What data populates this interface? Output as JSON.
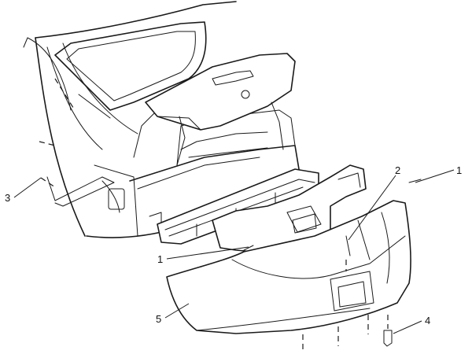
{
  "callouts": [
    {
      "id": "c1a",
      "text": "1"
    },
    {
      "id": "c1b",
      "text": "1"
    },
    {
      "id": "c2",
      "text": "2"
    },
    {
      "id": "c3",
      "text": "3"
    },
    {
      "id": "c4",
      "text": "4"
    },
    {
      "id": "c5",
      "text": "5"
    }
  ],
  "colors": {
    "line": "#1a1a1a",
    "background": "#ffffff"
  }
}
